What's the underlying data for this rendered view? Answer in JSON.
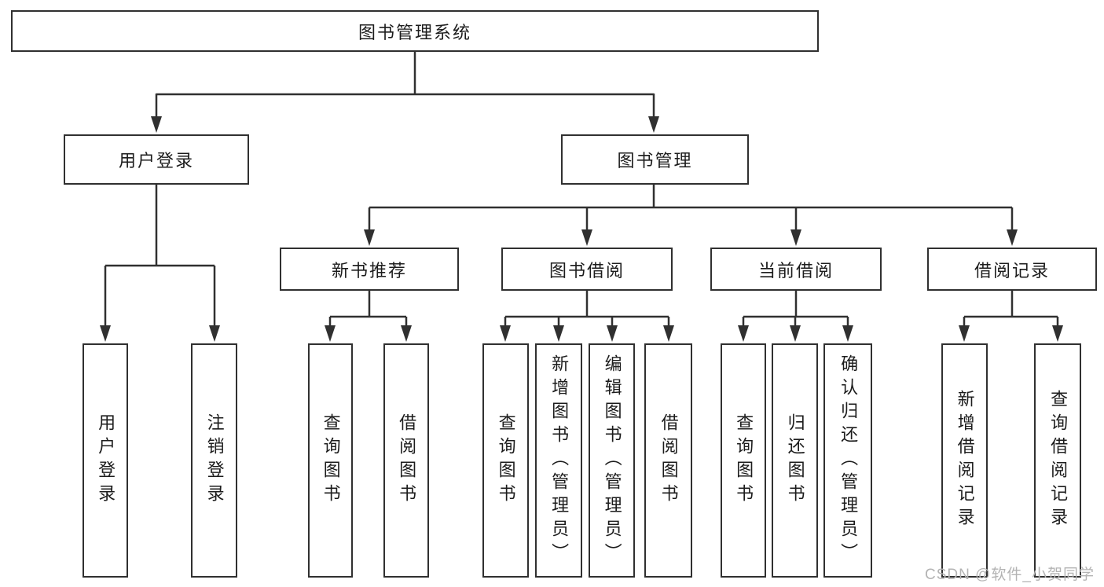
{
  "diagram": {
    "title": "图书管理系统",
    "colors": {
      "line": "#303030",
      "text": "#1c1c1c",
      "background": "#ffffff",
      "watermark": "#b3b3b3"
    },
    "nodes": {
      "root": "图书管理系统",
      "user_login": "用户登录",
      "book_mgmt": "图书管理",
      "new_book_rec": "新书推荐",
      "book_borrow": "图书借阅",
      "current_borrow": "当前借阅",
      "borrow_record": "借阅记录",
      "user_login_leaf": "用户登录",
      "logout_leaf": "注销登录",
      "query_book_1": "查询图书",
      "borrow_book_1": "借阅图书",
      "query_book_2": "查询图书",
      "add_book": "新增图书（管理员）",
      "edit_book": "编辑图书（管理员）",
      "borrow_book_2": "借阅图书",
      "query_book_3": "查询图书",
      "return_book": "归还图书",
      "confirm_return": "确认归还（管理员）",
      "add_borrow_record": "新增借阅记录",
      "query_borrow_record": "查询借阅记录"
    },
    "tree": {
      "label": "图书管理系统",
      "children": [
        {
          "label": "用户登录",
          "children": [
            {
              "label": "用户登录"
            },
            {
              "label": "注销登录"
            }
          ]
        },
        {
          "label": "图书管理",
          "children": [
            {
              "label": "新书推荐",
              "children": [
                {
                  "label": "查询图书"
                },
                {
                  "label": "借阅图书"
                }
              ]
            },
            {
              "label": "图书借阅",
              "children": [
                {
                  "label": "查询图书"
                },
                {
                  "label": "新增图书（管理员）"
                },
                {
                  "label": "编辑图书（管理员）"
                },
                {
                  "label": "借阅图书"
                }
              ]
            },
            {
              "label": "当前借阅",
              "children": [
                {
                  "label": "查询图书"
                },
                {
                  "label": "归还图书"
                },
                {
                  "label": "确认归还（管理员）"
                }
              ]
            },
            {
              "label": "借阅记录",
              "children": [
                {
                  "label": "新增借阅记录"
                },
                {
                  "label": "查询借阅记录"
                }
              ]
            }
          ]
        }
      ]
    },
    "watermark": "CSDN @软件_小贺同学"
  }
}
